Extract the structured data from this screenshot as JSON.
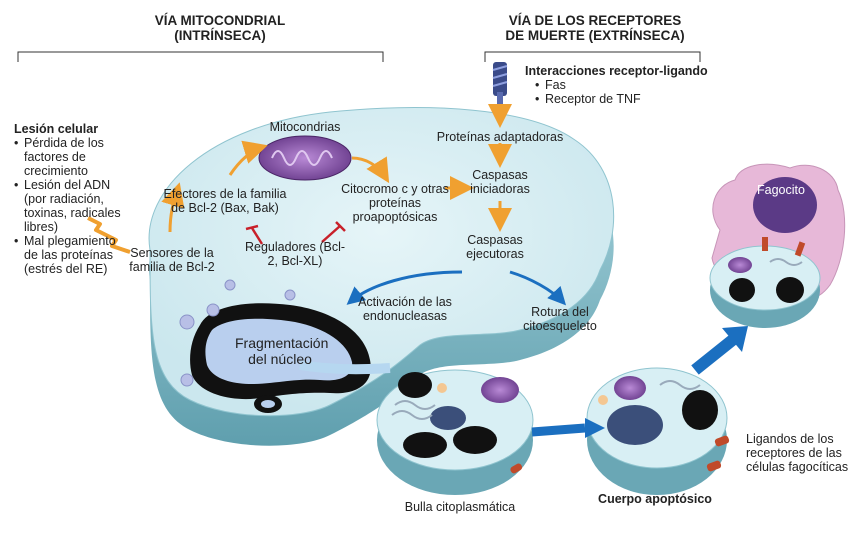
{
  "headers": {
    "intrinsic_line1": "VÍA MITOCONDRIAL",
    "intrinsic_line2": "(INTRÍNSECA)",
    "extrinsic_line1": "VÍA DE LOS RECEPTORES",
    "extrinsic_line2": "DE MUERTE (EXTRÍNSECA)"
  },
  "lesion": {
    "title": "Lesión celular",
    "items": [
      "Pérdida de los factores de crecimiento",
      "Lesión del ADN (por radiación, toxinas, radicales libres)",
      "Mal plegamiento de las proteínas (estrés del RE)"
    ]
  },
  "receptor": {
    "title": "Interacciones receptor-ligando",
    "items": [
      "Fas",
      "Receptor de TNF"
    ]
  },
  "labels": {
    "mitochondria": "Mitocondrias",
    "effectors": "Efectores de la familia de Bcl-2 (Bax, Bak)",
    "sensors": "Sensores de la familia de Bcl-2",
    "regulators": "Reguladores (Bcl-2, Bcl-XL)",
    "cytochrome": "Citocromo c y otras proteínas proapoptósicas",
    "adapters": "Proteínas adaptadoras",
    "initiator": "Caspasas iniciadoras",
    "executor": "Caspasas ejecutoras",
    "endonuclease": "Activación de las endonucleasas",
    "cytoskeleton": "Rotura del citoesqueleto",
    "fragmentation": "Fragmentación del núcleo",
    "bleb": "Bulla citoplasmática",
    "apoptotic_body": "Cuerpo apoptósico",
    "phagocyte": "Fagocito",
    "ligands": "Ligandos de los receptores de las células fagocíticas"
  },
  "colors": {
    "cell_fill": "#d6eef4",
    "cell_rim": "#7fb8c4",
    "arrow_orange": "#f0a030",
    "arrow_blue": "#1b6fc0",
    "inhibit_red": "#c8202a",
    "phagocyte": "#e7b8d8"
  },
  "icons": [
    "mitochondrion-icon",
    "receptor-icon",
    "nucleus-fragment-icon",
    "lightning-icon"
  ]
}
